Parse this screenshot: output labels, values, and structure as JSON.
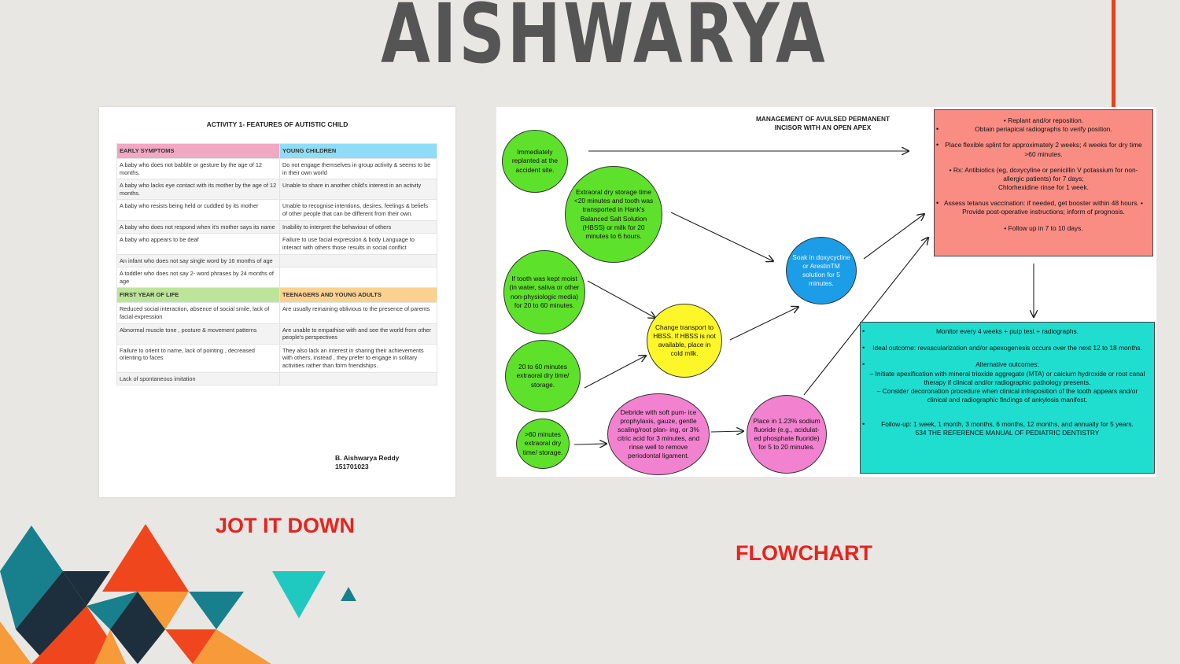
{
  "slide_title": "AISHWARYA",
  "colors": {
    "accent_red": "#e8431e",
    "caption_red": "#e8231e",
    "teal": "#17808c",
    "dark_navy": "#1d2f3c",
    "orange": "#f0461d",
    "light_orange": "#f69a3a",
    "turquoise": "#1fc9c0"
  },
  "left_card": {
    "title": "ACTIVITY 1- FEATURES OF AUTISTIC CHILD",
    "section1": {
      "header_left": "EARLY SYMPTOMS",
      "header_right": "YOUNG CHILDREN",
      "rows": [
        [
          "A baby who does not babble or gesture by the age of 12 months.",
          "Do not engage themselves in group activity & seems to be in their own world"
        ],
        [
          "A baby who lacks eye contact with its mother by the age of 12 months.",
          "Unable to share in another child's interest in an activity"
        ],
        [
          "A baby who resists being held or cuddled by its mother",
          "Unable to recognise intentions, desires, feelings & beliefs of other people that can be different from their own."
        ],
        [
          "A baby who does not respond when it's mother says its name",
          "Inability to interpret the behaviour of others"
        ],
        [
          "A baby who appears to be deaf",
          "Failure to use facial expression & body Language to interact with others those results in social conflict"
        ],
        [
          "An infant who does not say single word by 16 months of age",
          ""
        ],
        [
          "A toddler who does not say 2- word phrases by 24 months of age",
          ""
        ]
      ]
    },
    "section2": {
      "header_left": "FIRST YEAR OF LIFE",
      "header_right": "TEENAGERS AND YOUNG ADULTS",
      "rows": [
        [
          "Reduced social interaction, absence of social smile, lack of facial expression",
          "Are usually remaining oblivious to the presence of parents"
        ],
        [
          "Abnormal muscle tone , posture & movement patterns",
          "Are unable to empathise with and see the world from other people's perspectives"
        ],
        [
          "Failure to orient to name, lack of pointing , decreased orienting to faces",
          "They also lack an interest in sharing their achievements with others, instead , they prefer to engage in solitary activities rather than form friendships."
        ],
        [
          "Lack of spontaneous imitation",
          ""
        ]
      ]
    },
    "signature_name": "B. Aishwarya Reddy",
    "signature_id": "151701023",
    "caption": "JOT IT DOWN"
  },
  "flowchart": {
    "title_line1": "MANAGEMENT OF AVULSED PERMANENT",
    "title_line2": "INCISOR WITH AN OPEN APEX",
    "nodes": {
      "immediately": "Immediately replanted at the accident site.",
      "extraoral_20": "Extraoral dry storage time <20 minutes and tooth was transported in Hank's Balanced Salt Solution (HBSS) or milk for 20 minutes to 6 hours.",
      "moist": "If tooth was kept moist (in water, saliva or other non-physiologic media) for 20 to 60 minutes.",
      "dry_20_60": "20 to 60 minutes extraoral dry time/ storage.",
      "dry_60": ">60 minutes extraoral dry time/ storage.",
      "change_transport": "Change transport to HBSS. If HBSS is not available, place in cold milk.",
      "soak": "Soak in doxycycline or ArestinTM solution for 5 minutes.",
      "debride": "Debride with soft pum- ice prophylaxis, gauze, gentle scaling/root plan- ing, or 3% citric acid for 3 minutes, and rinse well to remove periodontal ligament.",
      "fluoride": "Place in 1.23% sodium fluoride (e.g., acidulat- ed phosphate fluoride) for 5 to 20 minutes."
    },
    "replant_box": [
      "• Replant and/or reposition.",
      "Obtain periapical radiographs to verify position.",
      "Place flexible splint for approximately 2 weeks; 4 weeks for dry time >60 minutes.",
      "• Rx: Antibiotics (eg, doxycyline or penicillin V potassium for non-allergic patients) for 7 days;",
      "Chlorhexidine rinse for 1 week.",
      "Assess tetanus vaccination: if needed, get booster within 48 hours. • Provide post-operative instructions; inform of prognosis.",
      "• Follow up in 7 to 10 days."
    ],
    "monitor_box": [
      "Monitor every 4 weeks + pulp test + radiographs.",
      "Ideal outcome: revascularization and/or apexogenesis occurs over the next 12 to 18 months.",
      "Alternative outcomes:",
      "– Initiate apexification with mineral trioxide aggregate (MTA) or calcium hydroxide or root canal therapy if clinical and/or radiographic pathology presents.",
      "– Consider decoronation procedure when clinical infraposition of the tooth appears and/or clinical and radiographic findings of ankylosis manifest.",
      "Follow-up: 1 week, 1 month, 3 months, 6 months, 12 months, and annually for 5 years.",
      "534 THE REFERENCE MANUAL OF PEDIATRIC DENTISTRY"
    ],
    "caption": "FLOWCHART"
  }
}
